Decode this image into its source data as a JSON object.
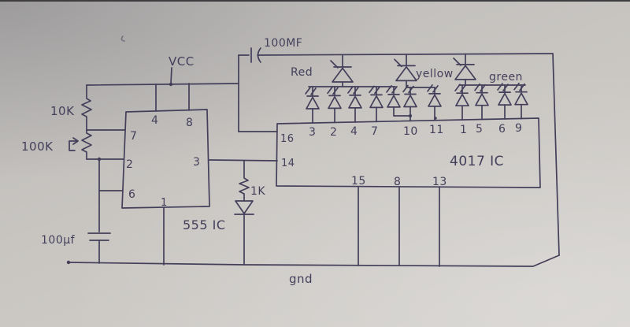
{
  "diagram": {
    "power": {
      "vcc": "VCC",
      "gnd": "gnd"
    },
    "components": {
      "r_10k": "10K",
      "pot_100k": "100K",
      "cap_timing": "100μf",
      "cap_top": "100MF",
      "r_1k": "1K",
      "timer_ic": "555 IC",
      "counter_ic": "4017 IC"
    },
    "led_groups": {
      "red": "Red",
      "yellow": "yellow",
      "green": "green"
    },
    "ic555_pins": {
      "p4": "4",
      "p8": "8",
      "p7": "7",
      "p2": "2",
      "p6": "6",
      "p3": "3",
      "p1": "1"
    },
    "ic4017_pins": {
      "left": [
        "16",
        "14"
      ],
      "top": [
        "3",
        "2",
        "4",
        "7",
        "10",
        "11",
        "1",
        "5",
        "6",
        "9"
      ],
      "bottom": [
        "15",
        "8",
        "13"
      ]
    }
  },
  "colors": {
    "ink": "#433f5a",
    "paper": "#c8c5c1"
  }
}
